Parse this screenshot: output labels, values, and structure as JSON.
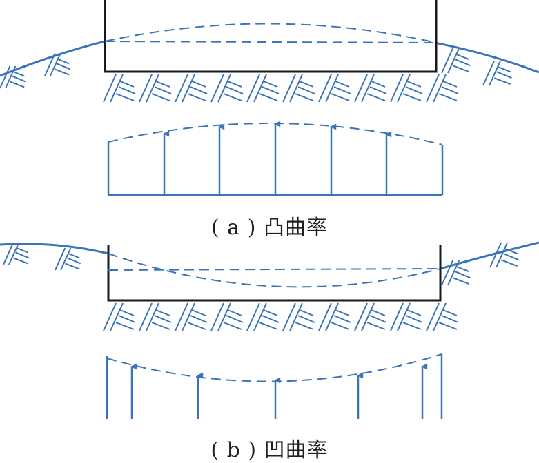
{
  "captions": {
    "a": "( a ) 凸曲率",
    "b": "( b ) 凹曲率"
  },
  "colors": {
    "soil": "#3a73b6",
    "foundation": "#1a1a1a",
    "text": "#1f1f1f"
  },
  "diagram_a": {
    "name": "convex-curvature",
    "pressure_arrows": 5
  },
  "diagram_b": {
    "name": "concave-curvature",
    "pressure_arrows": 5
  }
}
